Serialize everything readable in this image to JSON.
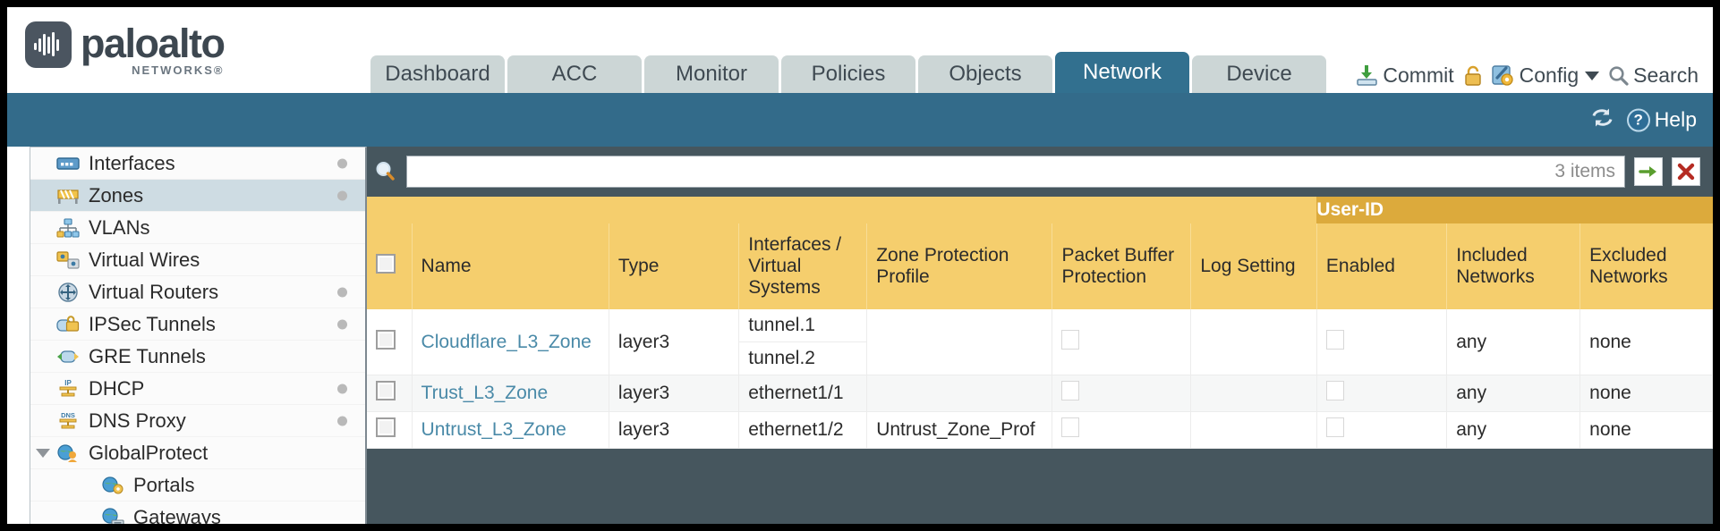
{
  "brand": {
    "name": "paloalto",
    "tagline": "NETWORKS",
    "registered": "®"
  },
  "tabs": [
    {
      "label": "Dashboard",
      "active": false
    },
    {
      "label": "ACC",
      "active": false
    },
    {
      "label": "Monitor",
      "active": false
    },
    {
      "label": "Policies",
      "active": false
    },
    {
      "label": "Objects",
      "active": false
    },
    {
      "label": "Network",
      "active": true
    },
    {
      "label": "Device",
      "active": false
    }
  ],
  "top_actions": {
    "commit": "Commit",
    "config": "Config",
    "search": "Search",
    "lock_icon": "lock-icon",
    "commit_icon": "commit-icon",
    "config_icon": "config-wrench-icon",
    "search_icon": "search-icon",
    "caret": "chevron-down-icon"
  },
  "subbar": {
    "refresh_icon": "refresh-icon",
    "help": "Help",
    "help_badge": "?"
  },
  "sidebar": {
    "items": [
      {
        "label": "Interfaces",
        "icon": "interfaces-icon",
        "dot": true,
        "selected": false,
        "child": false,
        "caret": false
      },
      {
        "label": "Zones",
        "icon": "zones-icon",
        "dot": true,
        "selected": true,
        "child": false,
        "caret": false
      },
      {
        "label": "VLANs",
        "icon": "vlans-icon",
        "dot": false,
        "selected": false,
        "child": false,
        "caret": false
      },
      {
        "label": "Virtual Wires",
        "icon": "virtual-wires-icon",
        "dot": false,
        "selected": false,
        "child": false,
        "caret": false
      },
      {
        "label": "Virtual Routers",
        "icon": "virtual-routers-icon",
        "dot": true,
        "selected": false,
        "child": false,
        "caret": false
      },
      {
        "label": "IPSec Tunnels",
        "icon": "ipsec-tunnels-icon",
        "dot": true,
        "selected": false,
        "child": false,
        "caret": false
      },
      {
        "label": "GRE Tunnels",
        "icon": "gre-tunnels-icon",
        "dot": false,
        "selected": false,
        "child": false,
        "caret": false
      },
      {
        "label": "DHCP",
        "icon": "dhcp-icon",
        "dot": true,
        "selected": false,
        "child": false,
        "caret": false
      },
      {
        "label": "DNS Proxy",
        "icon": "dns-proxy-icon",
        "dot": true,
        "selected": false,
        "child": false,
        "caret": false
      },
      {
        "label": "GlobalProtect",
        "icon": "globalprotect-icon",
        "dot": false,
        "selected": false,
        "child": false,
        "caret": true
      },
      {
        "label": "Portals",
        "icon": "portals-icon",
        "dot": false,
        "selected": false,
        "child": true,
        "caret": false
      },
      {
        "label": "Gateways",
        "icon": "gateways-icon",
        "dot": false,
        "selected": false,
        "child": true,
        "caret": false
      }
    ]
  },
  "filter": {
    "value": "",
    "placeholder": "",
    "item_count": "3 items",
    "apply_icon": "green-arrow-icon",
    "clear_icon": "red-x-icon",
    "search_icon": "magnifier-icon"
  },
  "table": {
    "group_header": "User-ID",
    "columns": [
      "Name",
      "Type",
      "Interfaces / Virtual Systems",
      "Zone Protection Profile",
      "Packet Buffer Protection",
      "Log Setting",
      "Enabled",
      "Included Networks",
      "Excluded Networks"
    ],
    "rows": [
      {
        "name": "Cloudflare_L3_Zone",
        "type": "layer3",
        "interfaces": [
          "tunnel.1",
          "tunnel.2"
        ],
        "zone_protection_profile": "",
        "packet_buffer_protection": false,
        "log_setting": "",
        "enabled": false,
        "included_networks": "any",
        "excluded_networks": "none"
      },
      {
        "name": "Trust_L3_Zone",
        "type": "layer3",
        "interfaces": [
          "ethernet1/1"
        ],
        "zone_protection_profile": "",
        "packet_buffer_protection": false,
        "log_setting": "",
        "enabled": false,
        "included_networks": "any",
        "excluded_networks": "none"
      },
      {
        "name": "Untrust_L3_Zone",
        "type": "layer3",
        "interfaces": [
          "ethernet1/2"
        ],
        "zone_protection_profile": "Untrust_Zone_Prof",
        "packet_buffer_protection": false,
        "log_setting": "",
        "enabled": false,
        "included_networks": "any",
        "excluded_networks": "none"
      }
    ]
  },
  "colors": {
    "header_blue": "#336b8a",
    "tab_active": "#32708f",
    "table_header": "#f5ce6d",
    "group_header": "#dcaa3c",
    "link": "#4a8aa8",
    "panel_bg": "#46565e"
  }
}
